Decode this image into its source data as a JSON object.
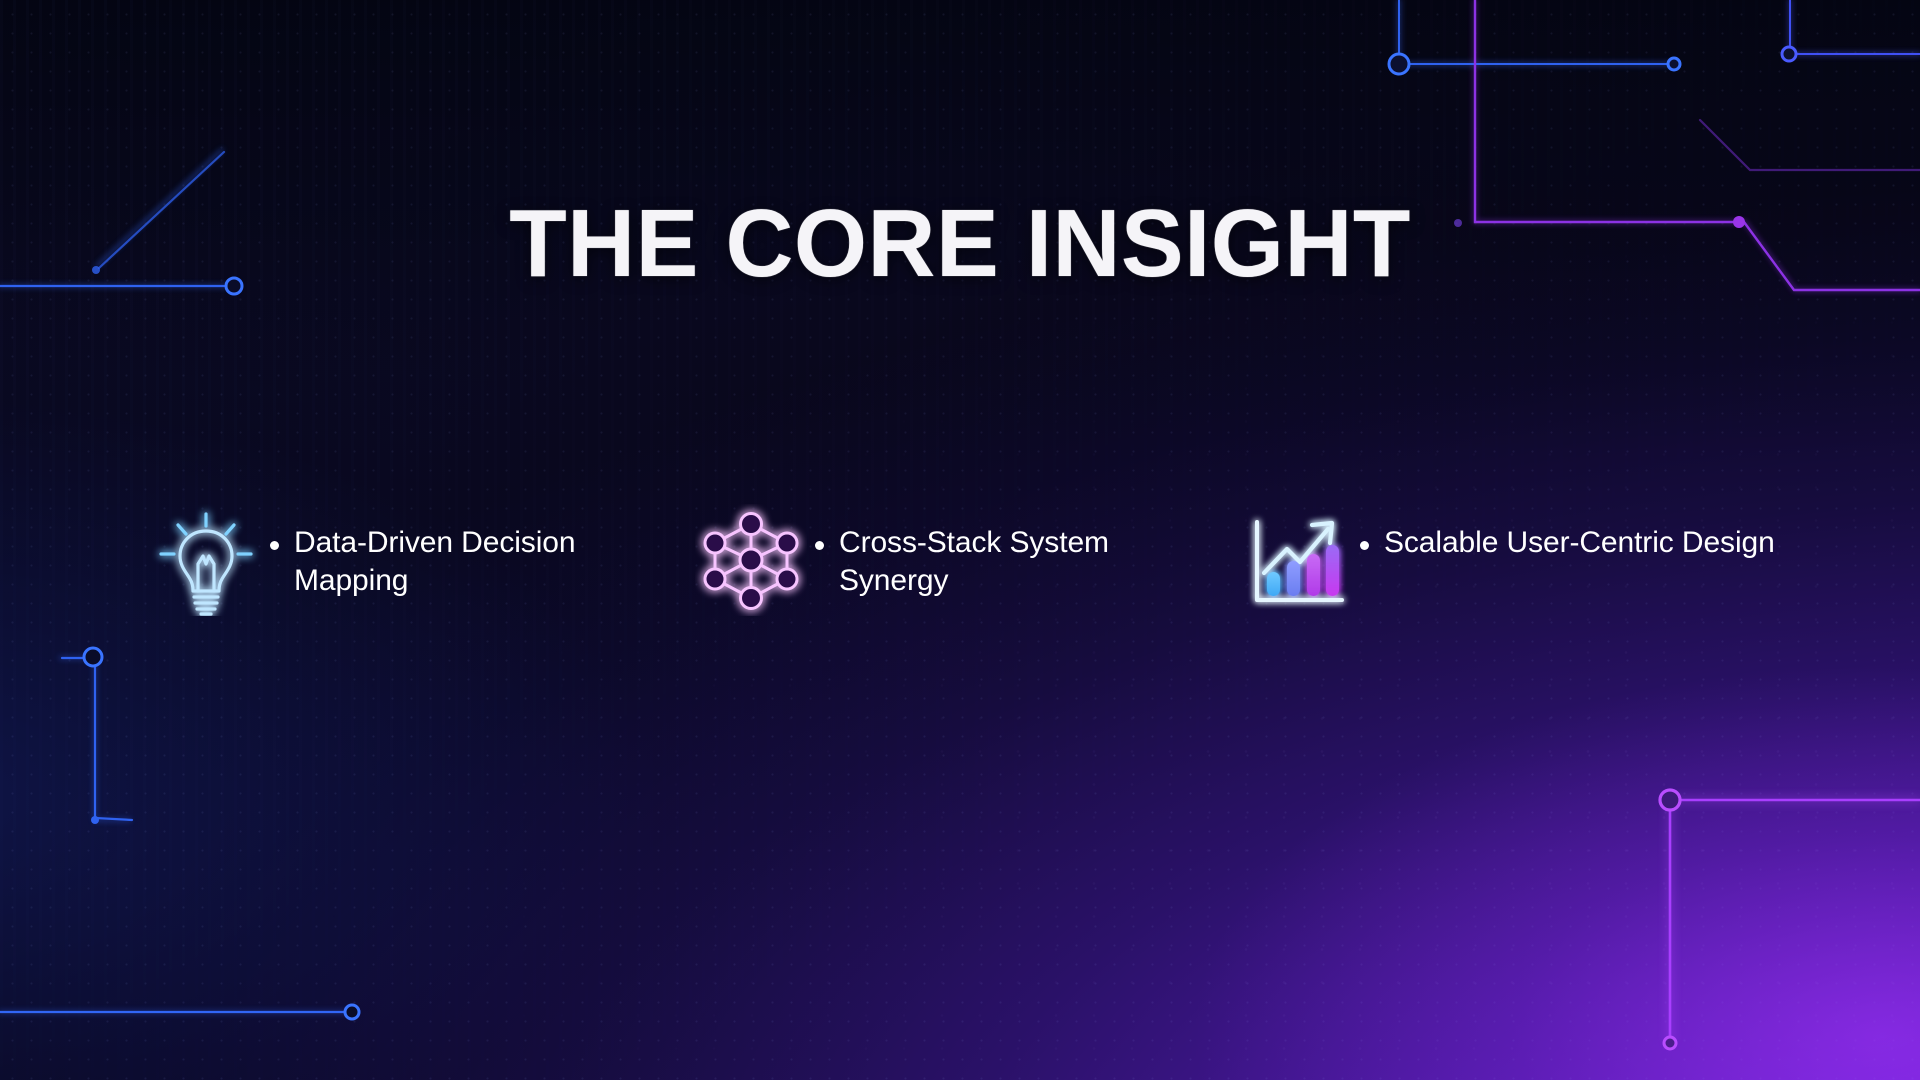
{
  "slide": {
    "title": "THE CORE INSIGHT",
    "bullet_glyph": "•",
    "theme": {
      "background_top_left": "#0a0a20",
      "background_bottom_right": "#8322e8",
      "title_color": "#f5f4f8",
      "text_color": "#ffffff",
      "accent_cyan": "#5ec8ff",
      "accent_blue": "#2f6bff",
      "accent_magenta": "#f06bff",
      "accent_purple": "#a836ff"
    }
  },
  "features": [
    {
      "icon": "lightbulb-icon",
      "icon_color": "#8fd4ff",
      "label": "Data-Driven Decision Mapping"
    },
    {
      "icon": "network-nodes-icon",
      "icon_color": "#f3b8ff",
      "label": "Cross-Stack System Synergy"
    },
    {
      "icon": "bar-chart-growth-icon",
      "icon_color": "#cfefff",
      "label": "Scalable User-Centric Design"
    }
  ],
  "decorations": {
    "circuit_traces_blue": "#2b5fe0",
    "circuit_traces_purple": "#9a35e8",
    "dot_matrix": "#96aaff"
  }
}
